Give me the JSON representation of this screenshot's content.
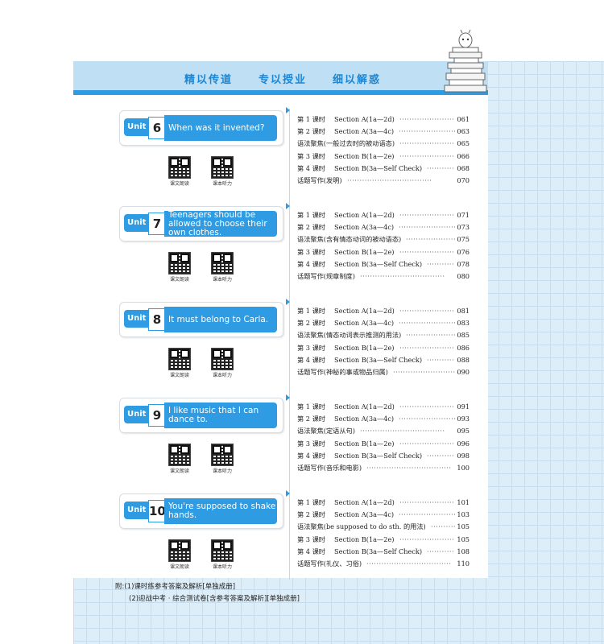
{
  "banner": {
    "slogans": [
      "精以传道",
      "专以授业",
      "细以解惑"
    ]
  },
  "qr_labels": {
    "text": "课文朗读",
    "audio": "课本听力"
  },
  "unit_word": "Unit",
  "units": [
    {
      "number": "6",
      "title": "When was it invented?",
      "rows": [
        {
          "lesson": "第 1 课时",
          "section": "Section A(1a—2d)",
          "page": "061"
        },
        {
          "lesson": "第 2 课时",
          "section": "Section A(3a—4c)",
          "page": "063"
        },
        {
          "topic": "语法聚焦(一般过去时的被动语态)",
          "page": "065"
        },
        {
          "lesson": "第 3 课时",
          "section": "Section B(1a—2e)",
          "page": "066"
        },
        {
          "lesson": "第 4 课时",
          "section": "Section B(3a—Self Check)",
          "page": "068"
        },
        {
          "topic": "话题写作(发明)",
          "page": "070"
        }
      ]
    },
    {
      "number": "7",
      "title": "Teenagers should be allowed to choose their own clothes.",
      "rows": [
        {
          "lesson": "第 1 课时",
          "section": "Section A(1a—2d)",
          "page": "071"
        },
        {
          "lesson": "第 2 课时",
          "section": "Section A(3a—4c)",
          "page": "073"
        },
        {
          "topic": "语法聚焦(含有情态动词的被动语态)",
          "page": "075"
        },
        {
          "lesson": "第 3 课时",
          "section": "Section B(1a—2e)",
          "page": "076"
        },
        {
          "lesson": "第 4 课时",
          "section": "Section B(3a—Self Check)",
          "page": "078"
        },
        {
          "topic": "话题写作(规章制度)",
          "page": "080"
        }
      ]
    },
    {
      "number": "8",
      "title": "It must belong to Carla.",
      "rows": [
        {
          "lesson": "第 1 课时",
          "section": "Section A(1a—2d)",
          "page": "081"
        },
        {
          "lesson": "第 2 课时",
          "section": "Section A(3a—4c)",
          "page": "083"
        },
        {
          "topic": "语法聚焦(情态动词表示推测的用法)",
          "page": "085"
        },
        {
          "lesson": "第 3 课时",
          "section": "Section B(1a—2e)",
          "page": "086"
        },
        {
          "lesson": "第 4 课时",
          "section": "Section B(3a—Self Check)",
          "page": "088"
        },
        {
          "topic": "话题写作(神秘的事或物品归属)",
          "page": "090"
        }
      ]
    },
    {
      "number": "9",
      "title": "I like music that I can dance to.",
      "rows": [
        {
          "lesson": "第 1 课时",
          "section": "Section A(1a—2d)",
          "page": "091"
        },
        {
          "lesson": "第 2 课时",
          "section": "Section A(3a—4c)",
          "page": "093"
        },
        {
          "topic": "语法聚焦(定语从句)",
          "page": "095"
        },
        {
          "lesson": "第 3 课时",
          "section": "Section B(1a—2e)",
          "page": "096"
        },
        {
          "lesson": "第 4 课时",
          "section": "Section B(3a—Self Check)",
          "page": "098"
        },
        {
          "topic": "话题写作(音乐和电影)",
          "page": "100"
        }
      ]
    },
    {
      "number": "10",
      "title": "You're supposed to shake hands.",
      "rows": [
        {
          "lesson": "第 1 课时",
          "section": "Section A(1a—2d)",
          "page": "101"
        },
        {
          "lesson": "第 2 课时",
          "section": "Section A(3a—4c)",
          "page": "103"
        },
        {
          "topic": "语法聚焦(be supposed to do sth. 的用法)",
          "page": "105"
        },
        {
          "lesson": "第 3 课时",
          "section": "Section B(1a—2e)",
          "page": "105"
        },
        {
          "lesson": "第 4 课时",
          "section": "Section B(3a—Self Check)",
          "page": "108"
        },
        {
          "topic": "话题写作(礼仪、习俗)",
          "page": "110"
        }
      ]
    }
  ],
  "appendix": [
    "附:(1)课时练参考答案及解析[单独成册]",
    "(2)迎战中考 · 综合测试卷[含参考答案及解析][单独成册]"
  ]
}
